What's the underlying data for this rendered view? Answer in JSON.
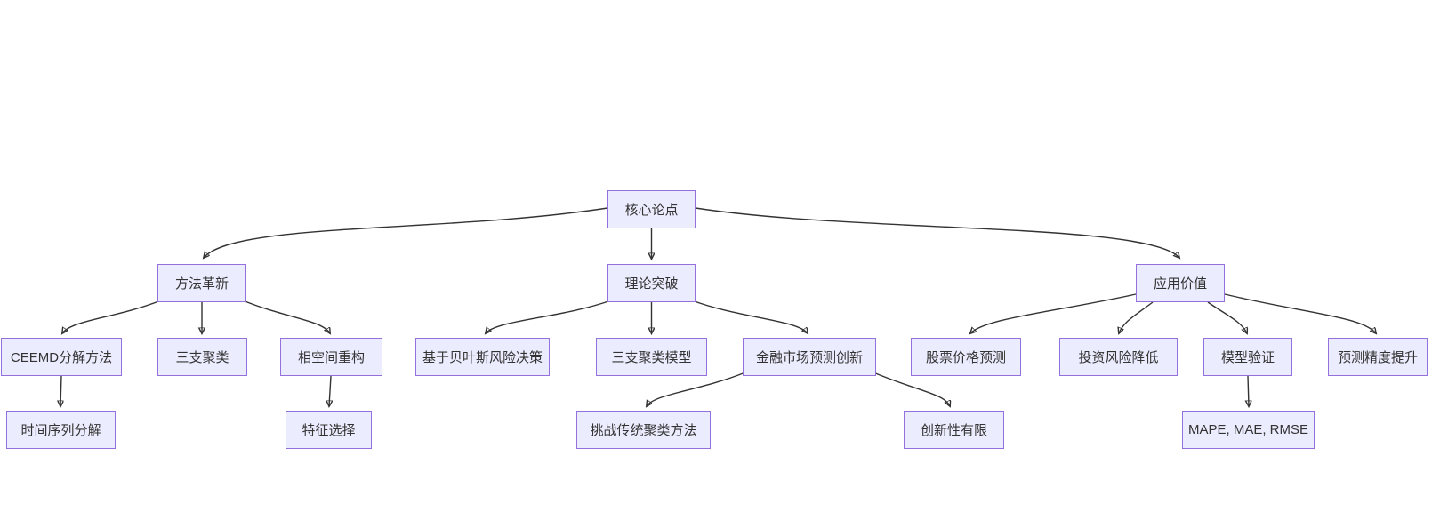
{
  "diagram": {
    "type": "flowchart",
    "direction": "top-down",
    "theme": {
      "background": "#FFFFFF",
      "node_fill": "#ECECFF",
      "node_border": "#9370DB",
      "text_color": "#333333",
      "edge_color": "#333333"
    },
    "nodes": {
      "root": {
        "label": "核心论点"
      },
      "method": {
        "label": "方法革新"
      },
      "theory": {
        "label": "理论突破"
      },
      "application": {
        "label": "应用价值"
      },
      "ceemd": {
        "label": "CEEMD分解方法"
      },
      "three_way": {
        "label": "三支聚类"
      },
      "phase_space": {
        "label": "相空间重构"
      },
      "bayes": {
        "label": "基于贝叶斯风险决策"
      },
      "three_way_model": {
        "label": "三支聚类模型"
      },
      "finance_innovation": {
        "label": "金融市场预测创新"
      },
      "stock_prediction": {
        "label": "股票价格预测"
      },
      "risk_reduction": {
        "label": "投资风险降低"
      },
      "model_validation": {
        "label": "模型验证"
      },
      "accuracy": {
        "label": "预测精度提升"
      },
      "time_series": {
        "label": "时间序列分解"
      },
      "feature_selection": {
        "label": "特征选择"
      },
      "challenge": {
        "label": "挑战传统聚类方法"
      },
      "limited_innovation": {
        "label": "创新性有限"
      },
      "metrics": {
        "label": "MAPE, MAE, RMSE"
      }
    },
    "edges": [
      {
        "from": "核心论点",
        "to": "方法革新"
      },
      {
        "from": "核心论点",
        "to": "理论突破"
      },
      {
        "from": "核心论点",
        "to": "应用价值"
      },
      {
        "from": "方法革新",
        "to": "CEEMD分解方法"
      },
      {
        "from": "方法革新",
        "to": "三支聚类"
      },
      {
        "from": "方法革新",
        "to": "相空间重构"
      },
      {
        "from": "理论突破",
        "to": "基于贝叶斯风险决策"
      },
      {
        "from": "理论突破",
        "to": "三支聚类模型"
      },
      {
        "from": "理论突破",
        "to": "金融市场预测创新"
      },
      {
        "from": "应用价值",
        "to": "股票价格预测"
      },
      {
        "from": "应用价值",
        "to": "投资风险降低"
      },
      {
        "from": "应用价值",
        "to": "模型验证"
      },
      {
        "from": "应用价值",
        "to": "预测精度提升"
      },
      {
        "from": "CEEMD分解方法",
        "to": "时间序列分解"
      },
      {
        "from": "相空间重构",
        "to": "特征选择"
      },
      {
        "from": "金融市场预测创新",
        "to": "挑战传统聚类方法"
      },
      {
        "from": "金融市场预测创新",
        "to": "创新性有限"
      },
      {
        "from": "模型验证",
        "to": "MAPE, MAE, RMSE"
      }
    ]
  }
}
